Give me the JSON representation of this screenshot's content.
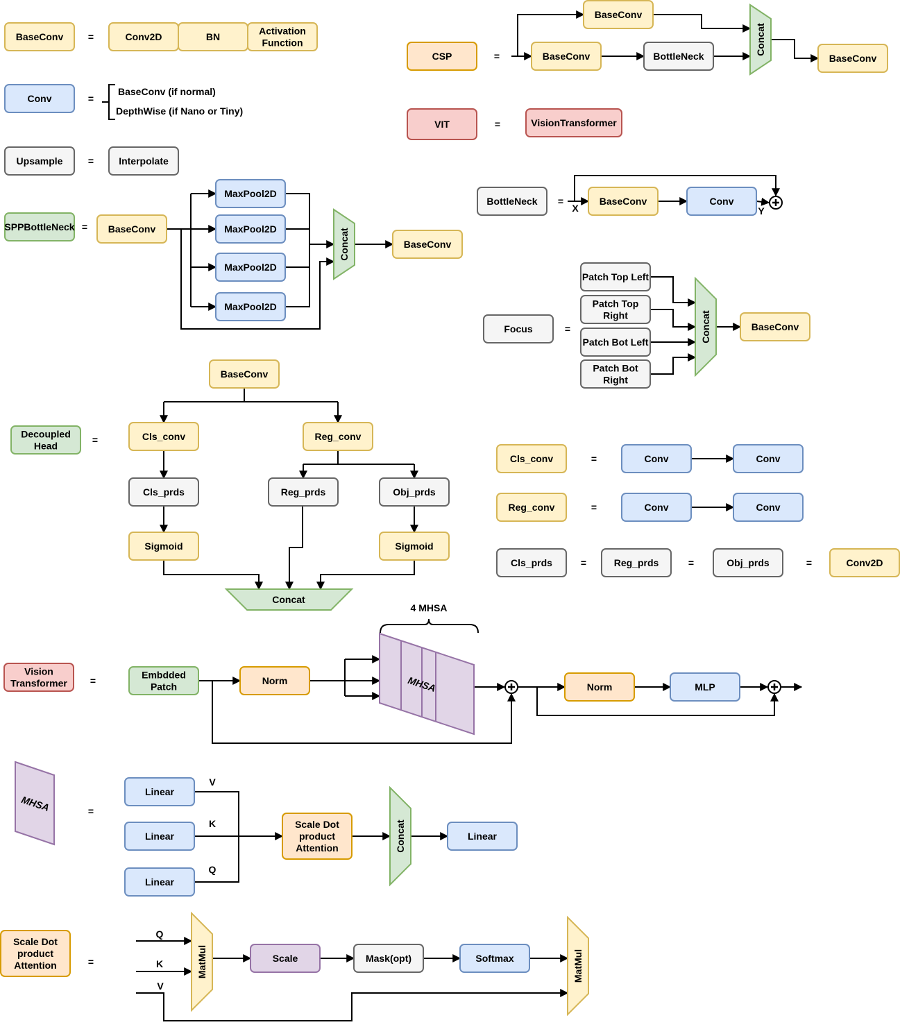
{
  "colors": {
    "yellow_fill": "#fff2cc",
    "yellow_stroke": "#d6b656",
    "blue_fill": "#dae8fc",
    "blue_stroke": "#6c8ebf",
    "gray_fill": "#f5f5f5",
    "gray_stroke": "#666666",
    "green_fill": "#d5e8d4",
    "green_stroke": "#82b366",
    "orange_fill": "#ffe6cc",
    "orange_stroke": "#d79b00",
    "red_fill": "#f8cecc",
    "red_stroke": "#b85450",
    "purple_fill": "#e1d5e7",
    "purple_stroke": "#9673a6"
  },
  "equals": "=",
  "plus_icon": "circle-plus-icon",
  "baseconv_def": {
    "lhs": "BaseConv",
    "parts": [
      "Conv2D",
      "BN",
      "Activation\nFunction"
    ]
  },
  "conv_def": {
    "lhs": "Conv",
    "options": [
      "BaseConv (if normal)",
      "DepthWise (if Nano or Tiny)"
    ]
  },
  "upsample_def": {
    "lhs": "Upsample",
    "rhs": "Interpolate"
  },
  "spp_def": {
    "lhs": "SPPBottleNeck",
    "input": "BaseConv",
    "pools": [
      "MaxPool2D",
      "MaxPool2D",
      "MaxPool2D",
      "MaxPool2D"
    ],
    "concat": "Concat",
    "output": "BaseConv"
  },
  "csp_def": {
    "lhs": "CSP",
    "top": "BaseConv",
    "bottom": "BaseConv",
    "bottleneck": "BottleNeck",
    "concat": "Concat",
    "output": "BaseConv"
  },
  "vit_def": {
    "lhs": "VIT",
    "rhs": "VisionTransformer"
  },
  "bottleneck_def": {
    "lhs": "BottleNeck",
    "x_label": "X",
    "y_label": "Y",
    "first": "BaseConv",
    "second": "Conv"
  },
  "focus_def": {
    "lhs": "Focus",
    "patches": [
      "Patch Top Left",
      "Patch Top\nRight",
      "Patch Bot Left",
      "Patch Bot\nRight"
    ],
    "concat": "Concat",
    "output": "BaseConv"
  },
  "head_def": {
    "lhs": "Decoupled\nHead",
    "input": "BaseConv",
    "cls_conv": "Cls_conv",
    "reg_conv": "Reg_conv",
    "cls_prds": "Cls_prds",
    "reg_prds": "Reg_prds",
    "obj_prds": "Obj_prds",
    "sigmoid_cls": "Sigmoid",
    "sigmoid_obj": "Sigmoid",
    "concat": "Concat"
  },
  "cls_conv_def": {
    "lhs": "Cls_conv",
    "parts": [
      "Conv",
      "Conv"
    ]
  },
  "reg_conv_def": {
    "lhs": "Reg_conv",
    "parts": [
      "Conv",
      "Conv"
    ]
  },
  "prds_def": {
    "items": [
      "Cls_prds",
      "Reg_prds",
      "Obj_prds"
    ],
    "rhs": "Conv2D"
  },
  "vt_def": {
    "lhs": "Vision\nTransformer",
    "embed": "Embdded\nPatch",
    "norm1": "Norm",
    "mhsa": "MHSA",
    "mhsa_count": "4 MHSA",
    "norm2": "Norm",
    "mlp": "MLP"
  },
  "mhsa_def": {
    "lhs": "MHSA",
    "linears": [
      "Linear",
      "Linear",
      "Linear"
    ],
    "labels": [
      "V",
      "K",
      "Q"
    ],
    "sdpa": "Scale Dot\nproduct\nAttention",
    "concat": "Concat",
    "output": "Linear"
  },
  "sdpa_def": {
    "lhs": "Scale Dot\nproduct\nAttention",
    "inputs": [
      "Q",
      "K",
      "V"
    ],
    "matmul1": "MatMul",
    "scale": "Scale",
    "mask": "Mask(opt)",
    "softmax": "Softmax",
    "matmul2": "MatMul"
  }
}
